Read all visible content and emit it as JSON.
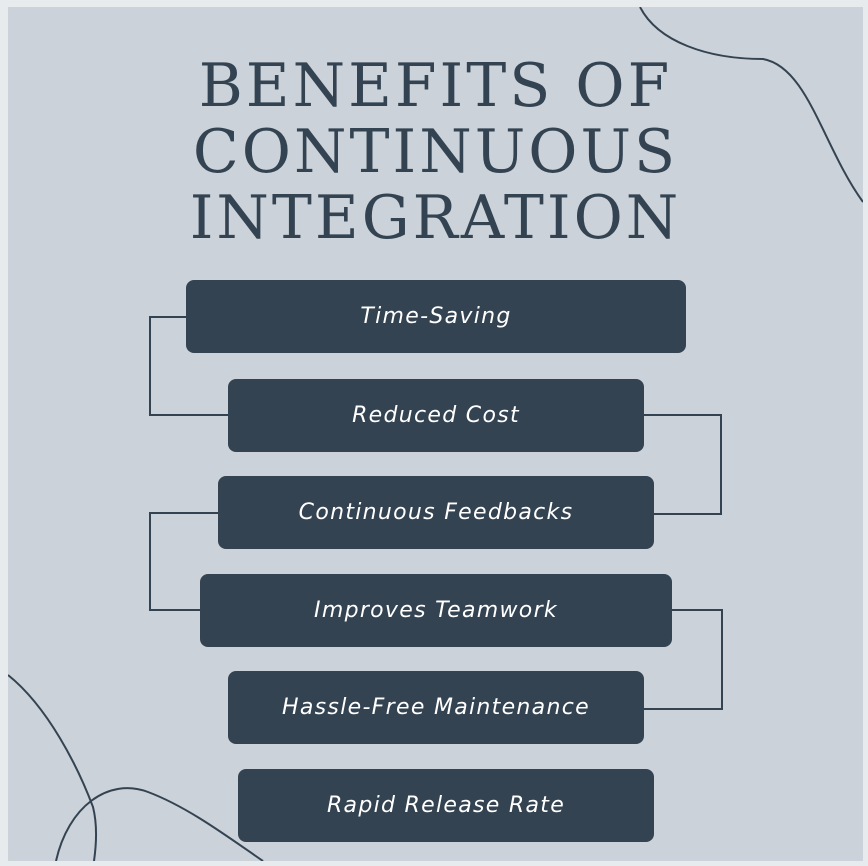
{
  "title": {
    "line1": "BENEFITS OF",
    "line2": "CONTINUOUS",
    "line3": "INTEGRATION"
  },
  "steps": [
    "Time-Saving",
    "Reduced Cost",
    "Continuous Feedbacks",
    "Improves Teamwork",
    "Hassle-Free Maintenance",
    "Rapid Release Rate"
  ],
  "colors": {
    "background": "#cbd2d9",
    "box": "#344352",
    "text_on_box": "#ffffff",
    "title": "#344352",
    "lines": "#344352"
  }
}
